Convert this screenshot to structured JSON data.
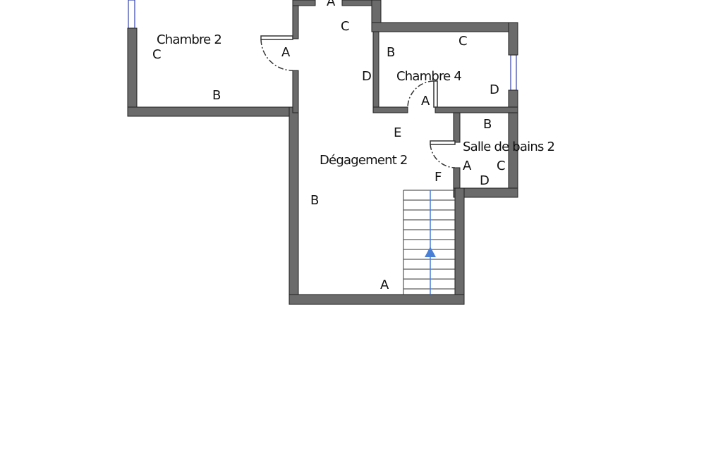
{
  "rooms": {
    "chambre2": "Chambre 2",
    "chambre4": "Chambre 4",
    "degagement2": "Dégagement 2",
    "salle_de_bains2": "Salle de bains 2"
  },
  "wall_labels": {
    "top_door_a": "A",
    "deg_c": "C",
    "ch2_c": "C",
    "ch2_a": "A",
    "ch2_b": "B",
    "ch4_c": "C",
    "ch4_b": "B",
    "deg_d": "D",
    "ch4_d": "D",
    "ch4_a": "A",
    "deg_e": "E",
    "sdb_b": "B",
    "sdb_a": "A",
    "sdb_c": "C",
    "sdb_d": "D",
    "deg_f": "F",
    "deg_b": "B",
    "deg_a": "A"
  },
  "colors": {
    "wall": "#6b6b6b",
    "stair_arrow": "#4a7fd6",
    "window": "#3344aa"
  }
}
